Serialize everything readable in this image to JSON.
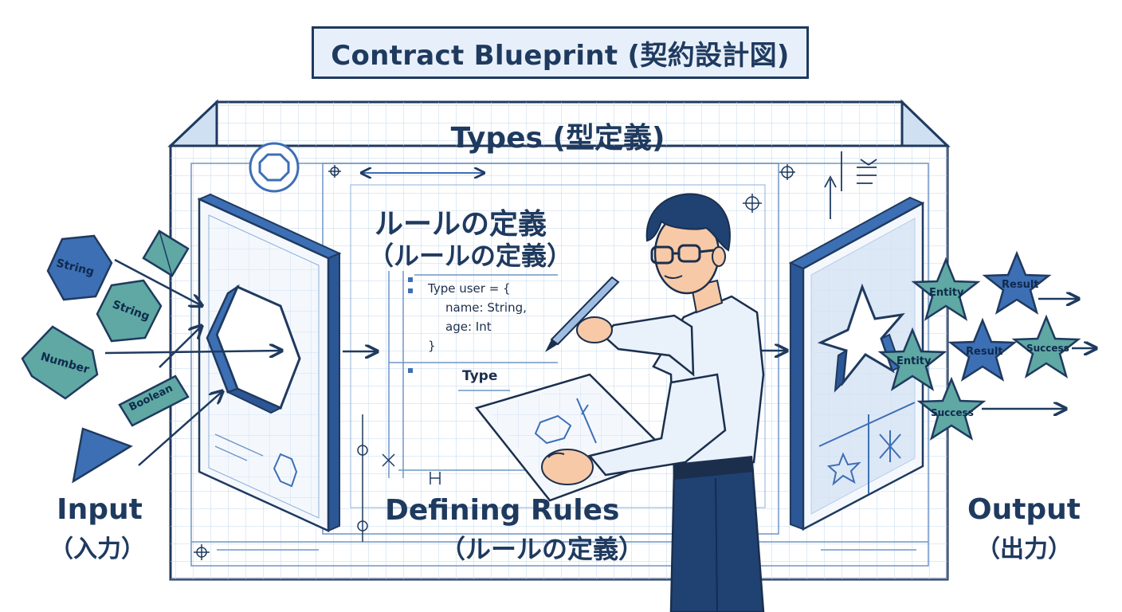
{
  "title": "Contract Blueprint (契約設計図)",
  "types_heading": "Types (型定義)",
  "rules_heading_jp": "ルールの定義",
  "rules_heading_jp_paren": "（ルールの定義）",
  "code": {
    "line1": "Type user = {",
    "line2": "name: String,",
    "line3": "age: Int",
    "line4": "}"
  },
  "type_tag": "Type",
  "defining_rules": "Defining Rules",
  "defining_rules_jp": "（ルールの定義）",
  "input_label": "Input",
  "input_label_jp": "（入力）",
  "output_label": "Output",
  "output_label_jp": "（出力）",
  "input_shapes": [
    "String",
    "String",
    "Number",
    "Boolean"
  ],
  "output_stars": [
    "Entity",
    "Result",
    "Entity",
    "Result",
    "Success",
    "Success"
  ],
  "colors": {
    "navy": "#1f3a5f",
    "panel_blue": "#3d6fb5",
    "shape_blue": "#4d84c4",
    "shape_teal": "#5fa8a3",
    "grid": "#b9d0ea",
    "paper": "#f4f8fd"
  }
}
